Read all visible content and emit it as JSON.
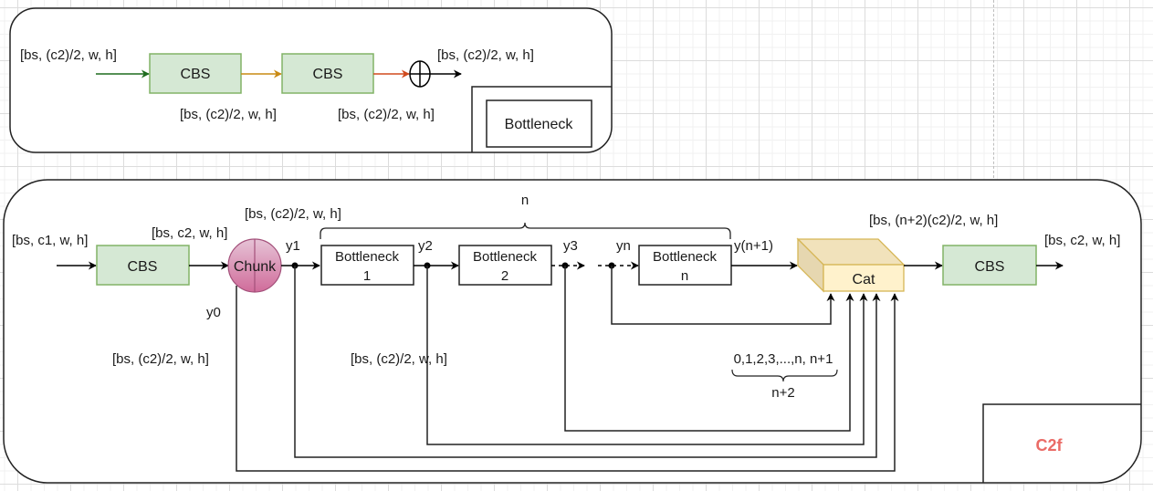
{
  "bottleneck_module": {
    "title": "Bottleneck",
    "input_shape": "[bs, (c2)/2, w, h]",
    "cbs1_label": "CBS",
    "cbs2_label": "CBS",
    "mid_shape_1": "[bs, (c2)/2, w, h]",
    "mid_shape_2": "[bs, (c2)/2, w, h]",
    "output_shape": "[bs, (c2)/2, w, h]",
    "add_symbol": "add-circle",
    "arrow_colors": {
      "in": "#1e6b1e",
      "mid": "#c98a14",
      "out": "#d04a1e"
    }
  },
  "c2f_module": {
    "title": "C2f",
    "title_color": "#ea6b66",
    "input_shape": "[bs, c1, w, h]",
    "cbs_in_label": "CBS",
    "cbs_out_shape": "[bs, c2, w, h]",
    "chunk_label": "Chunk",
    "chunk_out_shape": "[bs, (c2)/2, w, h]",
    "y0_label": "y0",
    "y0_shape": "[bs, (c2)/2, w, h]",
    "y1_label": "y1",
    "y2_label": "y2",
    "y3_label": "y3",
    "yn_label": "yn",
    "yn1_label": "y(n+1)",
    "branch_shape": "[bs, (c2)/2, w, h]",
    "repeat_label": "n",
    "bottlenecks": [
      {
        "line1": "Bottleneck",
        "line2": "1"
      },
      {
        "line1": "Bottleneck",
        "line2": "2"
      },
      {
        "line1": "Bottleneck",
        "line2": "n"
      }
    ],
    "cat_label": "Cat",
    "cat_out_shape": "[bs, (n+2)(c2)/2, w, h]",
    "concat_indices": "0,1,2,3,...,n, n+1",
    "concat_count": "n+2",
    "cbs_out_label": "CBS",
    "output_shape": "[bs, c2, w, h]"
  },
  "colors": {
    "cbs_fill": "#d5e8d4",
    "cbs_stroke": "#82b366",
    "cat_fill": "#fff2cc",
    "cat_stroke": "#d6b656",
    "chunk_fill": "#d06c9a",
    "chunk_stroke": "#a3507a"
  }
}
